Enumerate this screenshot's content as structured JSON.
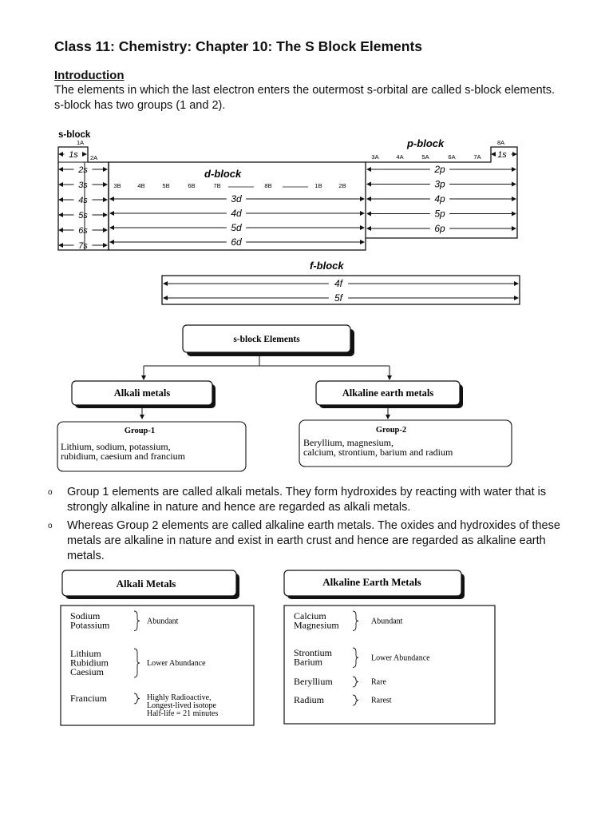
{
  "title": "Class 11: Chemistry: Chapter 10: The S Block Elements",
  "intro_heading": "Introduction",
  "intro_text": "The elements in which the last electron enters the outermost s-orbital are called s-block elements. s-block has two groups (1 and 2).",
  "periodic": {
    "s_label": "s-block",
    "d_label": "d-block",
    "p_label": "p-block",
    "f_label": "f-block",
    "g1a": "1A",
    "g2a": "2A",
    "g8a": "8A",
    "d_groups": [
      "3B",
      "4B",
      "5B",
      "6B",
      "7B",
      "8B",
      "1B",
      "2B"
    ],
    "p_groups": [
      "3A",
      "4A",
      "5A",
      "6A",
      "7A"
    ],
    "s_rows": [
      "1s",
      "2s",
      "3s",
      "4s",
      "5s",
      "6s",
      "7s"
    ],
    "d_rows": [
      "3d",
      "4d",
      "5d",
      "6d"
    ],
    "p_rows": [
      "2p",
      "3p",
      "4p",
      "5p",
      "6p"
    ],
    "p_1s": "1s",
    "f_rows": [
      "4f",
      "5f"
    ]
  },
  "flow": {
    "root": "s-block Elements",
    "left": "Alkali metals",
    "right": "Alkaline earth metals",
    "left_group": "Group-1",
    "right_group": "Group-2",
    "left_list": [
      "Lithium, sodium, potassium,",
      "rubidium, caesium and francium"
    ],
    "right_list": [
      "Beryllium, magnesium,",
      "calcium, strontium, barium and radium"
    ]
  },
  "bullets": [
    "Group 1 elements are called alkali metals. They form hydroxides by reacting with water that is strongly alkaline in nature and hence are regarded as alkali metals.",
    "Whereas Group 2 elements are called alkaline earth metals. The oxides and hydroxides of these metals are alkaline in nature and exist in earth crust and hence are regarded as alkaline earth metals."
  ],
  "bullet_marker": "o",
  "abundance": {
    "left_title": "Alkali Metals",
    "right_title": "Alkaline Earth Metals",
    "left": [
      {
        "names": [
          "Sodium",
          "Potassium"
        ],
        "note": [
          "Abundant"
        ]
      },
      {
        "names": [
          "Lithium",
          "Rubidium",
          "Caesium"
        ],
        "note": [
          "Lower Abundance"
        ]
      },
      {
        "names": [
          "Francium"
        ],
        "note": [
          "Highly Radioactive,",
          "Longest-lived isotope",
          "Half-life = 21 minutes"
        ]
      }
    ],
    "right": [
      {
        "names": [
          "Calcium",
          "Magnesium"
        ],
        "note": [
          "Abundant"
        ]
      },
      {
        "names": [
          "Strontium",
          "Barium"
        ],
        "note": [
          "Lower Abundance"
        ]
      },
      {
        "names": [
          "Beryllium"
        ],
        "note": [
          "Rare"
        ]
      },
      {
        "names": [
          "Radium"
        ],
        "note": [
          "Rarest"
        ]
      }
    ]
  }
}
